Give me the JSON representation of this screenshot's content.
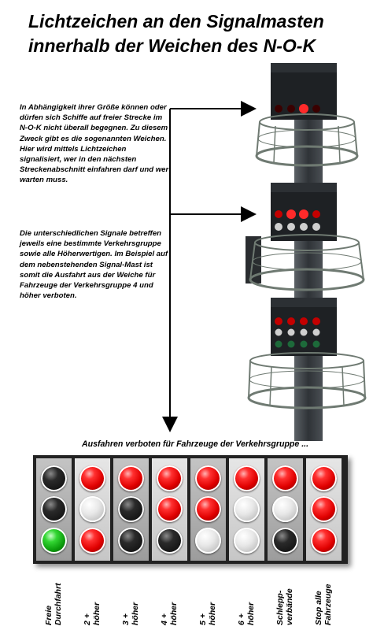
{
  "title": {
    "line1": "Lichtzeichen an den Signalmasten",
    "line2": "innerhalb der Weichen des N-O-K"
  },
  "paragraphs": [
    "In Abhängigkeit ihrer Größe können oder dürfen sich Schiffe auf freier Strecke im N-O-K nicht überall begegnen. Zu diesem Zweck gibt es die sogenannten Weichen. Hier wird mittels Lichtzeichen signalisiert, wer in den nächsten Streckenabschnitt einfahren darf und wer warten muss.",
    "Die unterschiedlichen Signale betreffen jeweils eine bestimmte Verkehrsgruppe sowie alle Höherwertigen. Im Beispiel auf dem nebenstehenden Signal-Mast ist somit die Ausfahrt aus der Weiche für Fahrzeuge der Verkehrsgruppe 4 und höher verboten."
  ],
  "caption": "Ausfahren verboten für Fahrzeuge der Verkehrsgruppe ...",
  "signals": [
    {
      "label": "Freie\nDurchfahrt",
      "lamps": [
        "black",
        "black",
        "green"
      ]
    },
    {
      "label": "2 +\nhöher",
      "lamps": [
        "red",
        "white",
        "red"
      ]
    },
    {
      "label": "3 +\nhöher",
      "lamps": [
        "red",
        "black",
        "black"
      ]
    },
    {
      "label": "4 +\nhöher",
      "lamps": [
        "red",
        "red",
        "black"
      ]
    },
    {
      "label": "5 +\nhöher",
      "lamps": [
        "red",
        "red",
        "white"
      ]
    },
    {
      "label": "6 +\nhöher",
      "lamps": [
        "red",
        "white",
        "white"
      ]
    },
    {
      "label": "Schlepp-\nverbände",
      "lamps": [
        "red",
        "white",
        "black"
      ]
    },
    {
      "label": "Stop alle\nFahrzeuge",
      "lamps": [
        "red",
        "red",
        "red"
      ]
    }
  ],
  "colors": {
    "red": "#e00000",
    "green": "#22bb22",
    "mast": "#3d4145",
    "platform": "#6f7a72"
  }
}
